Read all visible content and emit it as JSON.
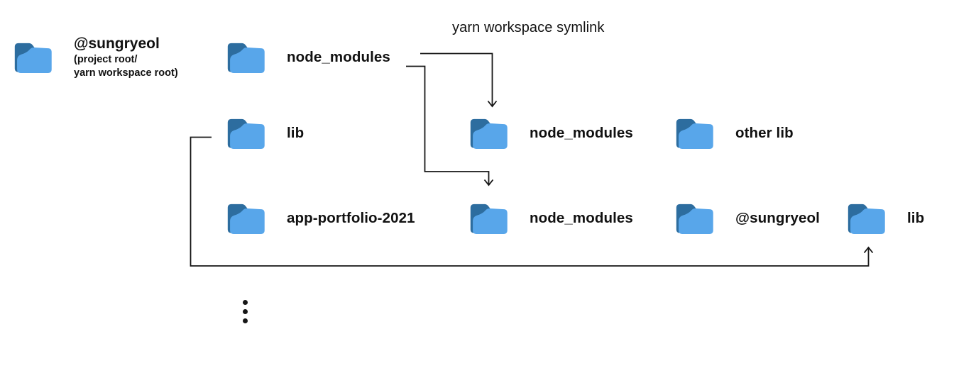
{
  "diagram": {
    "annotation": "yarn workspace symlink",
    "root": {
      "label": "@sungryeol",
      "sublabel_line1": "(project root/",
      "sublabel_line2": "yarn workspace root)"
    },
    "nodes": [
      {
        "id": "node-modules-root",
        "label": "node_modules"
      },
      {
        "id": "lib-workspace-pkg",
        "label": "lib"
      },
      {
        "id": "node-modules-hoisted",
        "label": "node_modules"
      },
      {
        "id": "other-lib",
        "label": "other lib"
      },
      {
        "id": "app-portfolio-2021",
        "label": "app-portfolio-2021"
      },
      {
        "id": "node-modules-app",
        "label": "node_modules"
      },
      {
        "id": "sungryeol-scope",
        "label": "@sungryeol"
      },
      {
        "id": "lib-symlinked",
        "label": "lib"
      }
    ],
    "colors": {
      "background": "#ffffff",
      "text": "#111111",
      "line": "#161616",
      "folder_back": "#2d6d9f",
      "folder_front": "#58a6ea"
    }
  }
}
